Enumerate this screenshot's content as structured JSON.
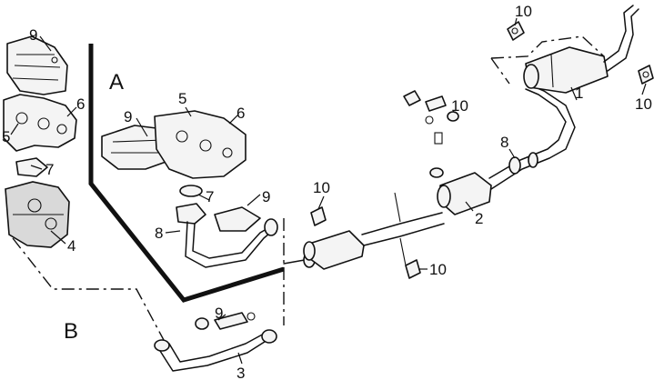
{
  "sections": {
    "a": "A",
    "b": "B"
  },
  "callouts": {
    "n1": "1",
    "n2": "2",
    "n3": "3",
    "n4": "4",
    "n5_left": "5",
    "n5_top": "5",
    "n6_left": "6",
    "n6_top": "6",
    "n7_left": "7",
    "n7_mid": "7",
    "n8_mid": "8",
    "n8_right": "8",
    "n9_left": "9",
    "n9_top": "9",
    "n9_mid": "9",
    "n9_bottom": "9",
    "n10_top": "10",
    "n10_right": "10",
    "n10_hanger": "10",
    "n10_mid": "10",
    "n10_lower": "10"
  }
}
